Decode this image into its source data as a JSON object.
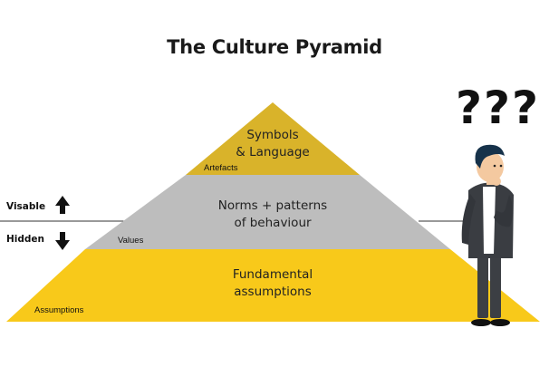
{
  "title": "The Culture Pyramid",
  "layers": {
    "top": {
      "text": [
        "Symbols",
        "& Language"
      ],
      "label": "Artefacts",
      "color": "#d9b32a"
    },
    "middle": {
      "text": [
        "Norms + patterns",
        "of behaviour"
      ],
      "label": "Values",
      "color": "#bdbdbd"
    },
    "bottom": {
      "text": [
        "Fundamental",
        "assumptions"
      ],
      "label": "Assumptions",
      "color": "#f8c91a"
    }
  },
  "side": {
    "visible": "Visable",
    "hidden": "Hidden"
  },
  "person": {
    "thought": "???"
  },
  "icons": [
    "arrow-up-icon",
    "arrow-down-icon"
  ]
}
